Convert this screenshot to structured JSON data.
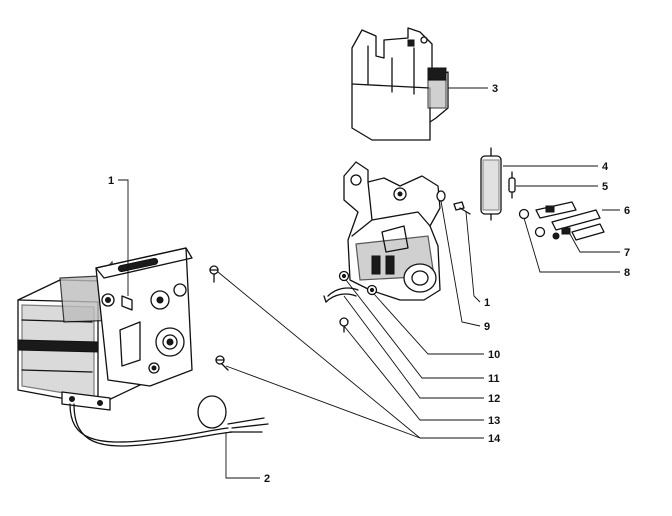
{
  "callouts": {
    "c1_left": "1",
    "c2": "2",
    "c3": "3",
    "c4": "4",
    "c5": "5",
    "c6": "6",
    "c7": "7",
    "c8": "8",
    "c1_right": "1",
    "c9": "9",
    "c10": "10",
    "c11": "11",
    "c12": "12",
    "c13": "13",
    "c14": "14"
  }
}
